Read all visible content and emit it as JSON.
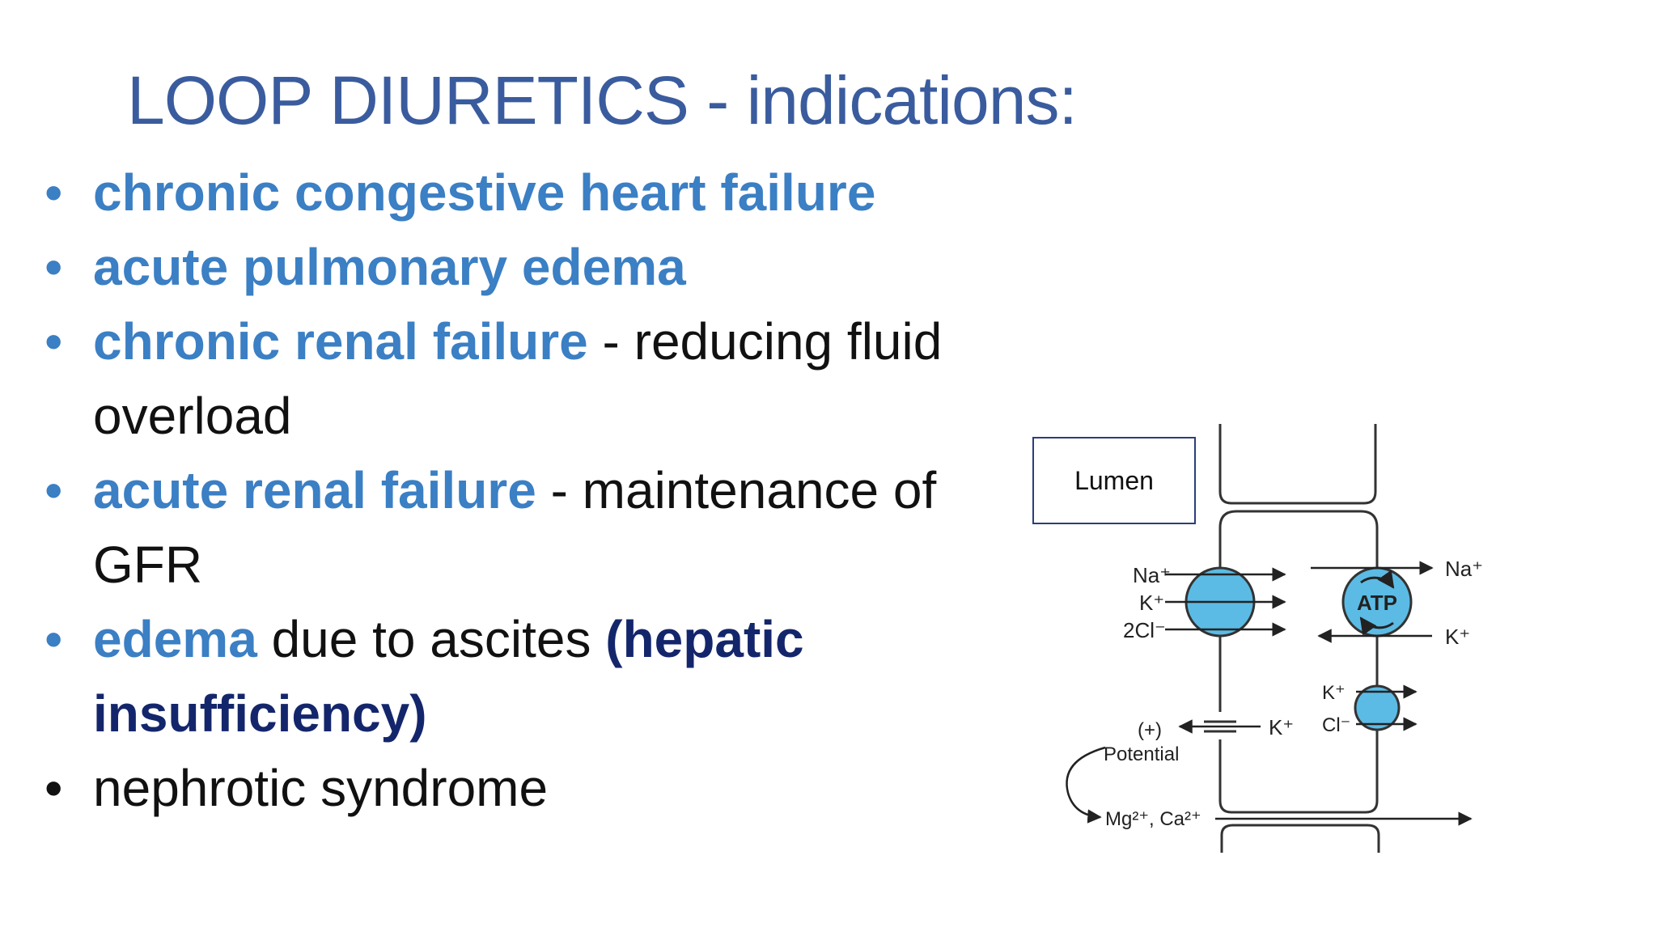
{
  "slide": {
    "title": "LOOP DIURETICS - indications:",
    "bullets": [
      {
        "parts": [
          {
            "text": "chronic congestive heart failure",
            "style": "hl"
          }
        ]
      },
      {
        "parts": [
          {
            "text": "acute pulmonary edema",
            "style": "hl"
          }
        ]
      },
      {
        "parts": [
          {
            "text": "chronic renal failure",
            "style": "hl"
          },
          {
            "text": " - reducing fluid overload",
            "style": "plain"
          }
        ]
      },
      {
        "parts": [
          {
            "text": "acute renal failure",
            "style": "hl"
          },
          {
            "text": " - maintenance of GFR",
            "style": "plain"
          }
        ]
      },
      {
        "parts": [
          {
            "text": "edema",
            "style": "hl"
          },
          {
            "text": " due to  ascites ",
            "style": "plain"
          },
          {
            "text": "(hepatic insufficiency)",
            "style": "navy"
          }
        ]
      },
      {
        "parts": [
          {
            "text": "nephrotic syndrome",
            "style": "plain"
          }
        ],
        "dot": "dark"
      }
    ],
    "bullet_symbol": "•"
  },
  "diagram": {
    "lumen_label": "Lumen",
    "na_left": "Na⁺",
    "k_left": "K⁺",
    "cl_left": "2Cl⁻",
    "atp_label": "ATP",
    "na_right": "Na⁺",
    "k_right": "K⁺",
    "k_channel": "K⁺",
    "potential_sign": "(+)",
    "potential_label": "Potential",
    "k_lower_right": "K⁺",
    "cl_lower_right": "Cl⁻",
    "divalent": "Mg²⁺, Ca²⁺"
  },
  "colors": {
    "title": "#3a5c9e",
    "highlight": "#3b7fc4",
    "emphasis": "#14266b",
    "transporter_fill": "#5bbbe4"
  }
}
